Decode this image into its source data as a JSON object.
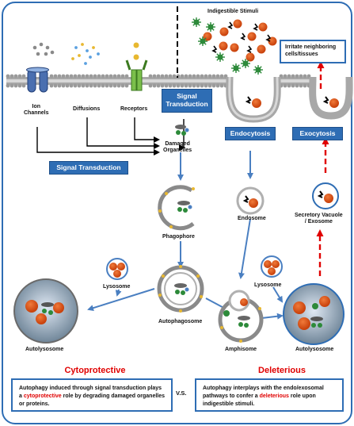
{
  "labels": {
    "indigestible_stimuli": "Indigestible Stimuli",
    "ion_channels": "Ion\nChannels",
    "diffusions": "Diffusions",
    "receptors": "Receptors",
    "damaged_organelles": "Damaged\nOrganelles",
    "phagophore": "Phagophore",
    "lysosome_left": "Lysosome",
    "autophagosome": "Autophagosome",
    "autolysosome_left": "Autolysosome",
    "endosome": "Endosome",
    "amphisome": "Amphisome",
    "lysosome_right": "Lysosome",
    "autolysosome_right": "Autolysosome",
    "secretory_vacuole": "Secretory Vacuole\n/ Exosome",
    "irritate": "Irritate neighboring\ncells/tissues",
    "vs": "V.S."
  },
  "buttons": {
    "signal_transduction_top": "Signal\nTransduction",
    "signal_transduction_left": "Signal Transduction",
    "endocytosis": "Endocytosis",
    "exocytosis": "Exocytosis"
  },
  "cytoprotective": {
    "title": "Cytoprotective",
    "text_before": "Autophagy induced through signal transduction plays a ",
    "highlight": "cytoprotective",
    "text_after": " role by degrading damaged organelles or proteins."
  },
  "deleterious": {
    "title": "Deleterious",
    "text_before": "Autophagy interplays with the endo/exosomal pathways to confer a ",
    "highlight": "deleterious",
    "text_after": " role upon indigestible stimuli."
  },
  "colors": {
    "accent_blue": "#2e6db4",
    "arrow_red": "#e00000",
    "bead_gold": "#e8b830",
    "lysosome_orange": "#e2601e",
    "virus_green": "#2d8a3a"
  },
  "icons": [
    "lipid-bilayer",
    "ion-channel-icon",
    "receptor-icon",
    "virus-icon",
    "lysosome-icon"
  ]
}
